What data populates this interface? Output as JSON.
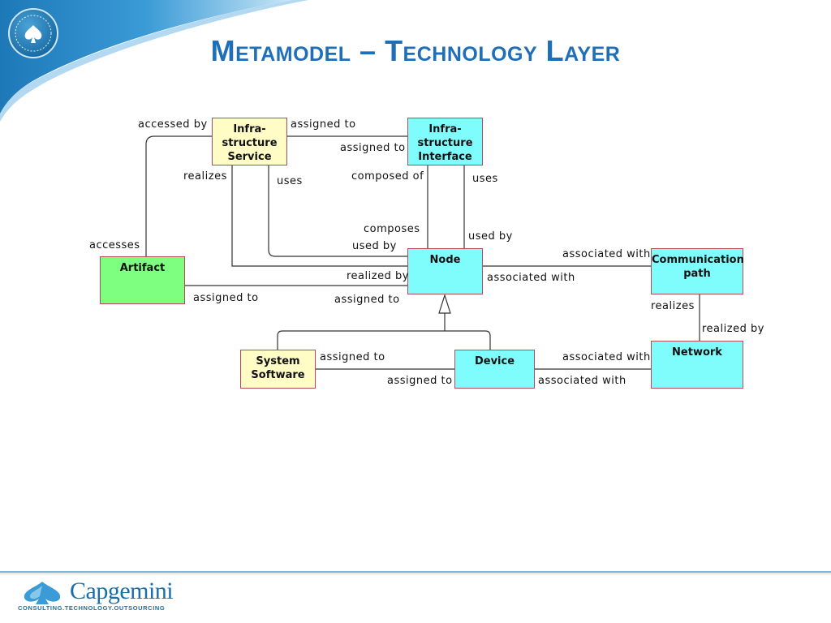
{
  "title": "Metamodel – Technology Layer",
  "colors": {
    "title": "#1e6fb8",
    "node_yellow": "#fffdc5",
    "node_cyan": "#7ffdfd",
    "node_green": "#7fff80",
    "border": "#b14a5a",
    "brand": "#1b6fa8"
  },
  "nodes": {
    "infra_service": "Infra-\nstructure\nService",
    "infra_interface": "Infra-\nstructure\nInterface",
    "artifact": "Artifact",
    "node": "Node",
    "communication_path": "Communication\npath",
    "system_software": "System\nSoftware",
    "device": "Device",
    "network": "Network"
  },
  "labels": {
    "accessed_by": "accessed by",
    "assigned_to_1": "assigned to",
    "assigned_to_2": "assigned to",
    "realizes_1": "realizes",
    "uses_1": "uses",
    "composed_of": "composed of",
    "uses_2": "uses",
    "accesses": "accesses",
    "composes": "composes",
    "used_by_1": "used by",
    "used_by_2": "used by",
    "associated_with_1": "associated with",
    "realized_by_1": "realized by",
    "associated_with_2": "associated with",
    "assigned_to_3": "assigned to",
    "assigned_to_4": "assigned to",
    "realizes_2": "realizes",
    "realized_by_2": "realized by",
    "assigned_to_5": "assigned to",
    "associated_with_3": "associated with",
    "assigned_to_6": "assigned to",
    "associated_with_4": "associated with"
  },
  "logo": {
    "icon": "capgemini-spade-icon",
    "wordmark": "Capgemini",
    "tagline": "CONSULTING.TECHNOLOGY.OUTSOURCING"
  },
  "seal": {
    "icon": "collaborative-business-experience-seal-icon"
  }
}
